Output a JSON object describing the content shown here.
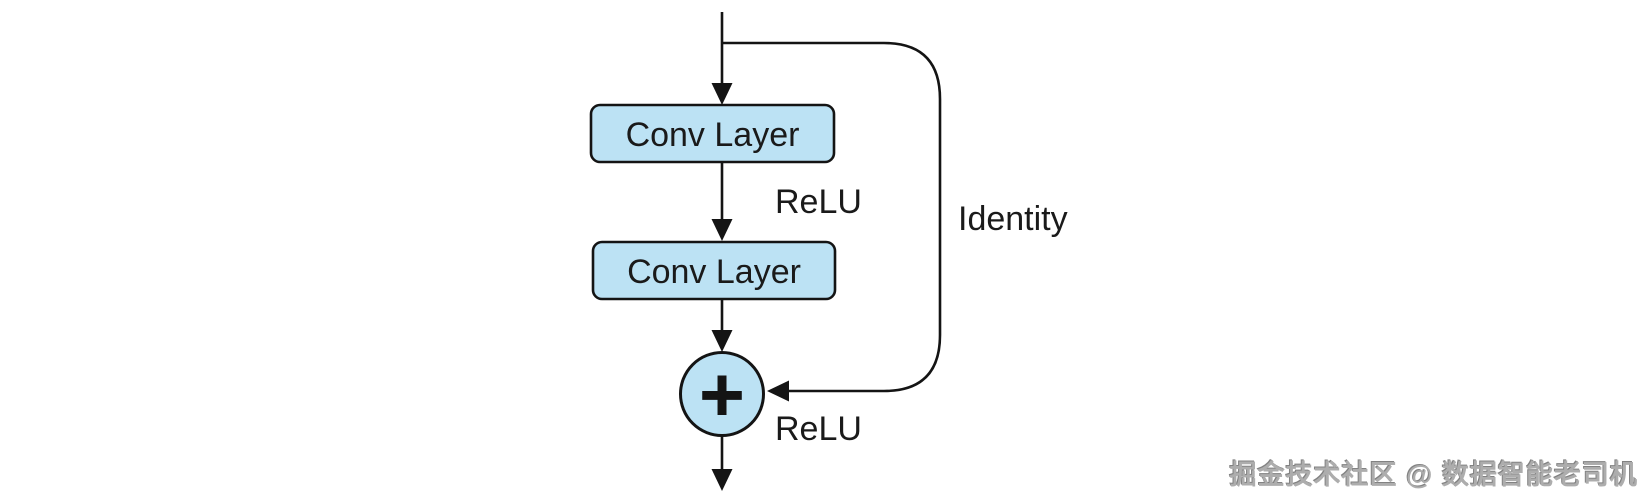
{
  "diagram": {
    "nodes": {
      "conv1": {
        "label": "Conv Layer"
      },
      "conv2": {
        "label": "Conv Layer"
      },
      "add": {
        "symbol": "+"
      }
    },
    "edge_labels": {
      "relu_mid": "ReLU",
      "relu_out": "ReLU",
      "identity": "Identity"
    },
    "colors": {
      "node_fill": "#bce2f4",
      "node_stroke": "#141414",
      "line": "#141414",
      "text": "#1a1a1a",
      "background": "#ffffff"
    }
  },
  "watermark": {
    "text": "掘金技术社区 @ 数据智能老司机",
    "color": "#adadad"
  }
}
